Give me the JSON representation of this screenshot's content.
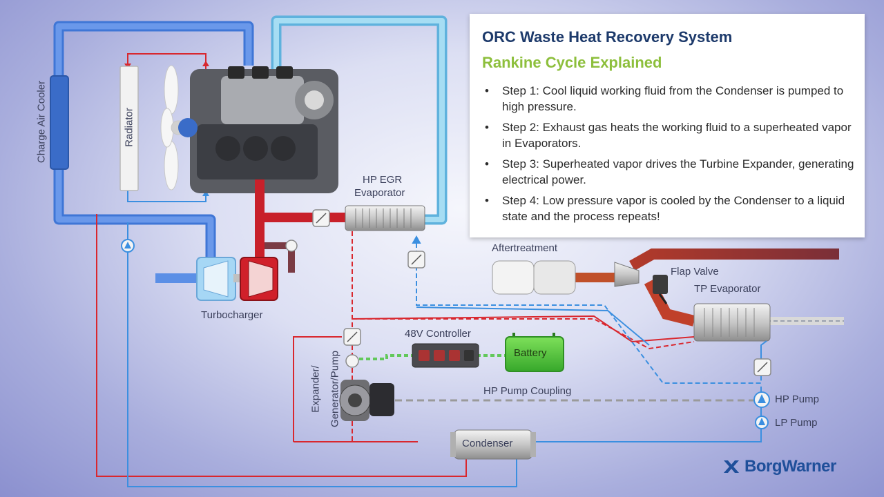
{
  "panel": {
    "title": "ORC Waste Heat Recovery System",
    "subtitle": "Rankine Cycle Explained",
    "steps": [
      "Step 1:  Cool liquid working fluid from the Condenser is pumped to high pressure.",
      "Step 2:  Exhaust gas heats the working fluid to a superheated vapor in Evaporators.",
      "Step 3:  Superheated vapor drives the Turbine Expander, generating electrical power.",
      "Step 4:  Low pressure vapor is cooled by the Condenser to a liquid state and the process repeats!"
    ]
  },
  "labels": {
    "charge_air_cooler": "Charge Air Cooler",
    "radiator": "Radiator",
    "hp_egr_evaporator_line1": "HP EGR",
    "hp_egr_evaporator_line2": "Evaporator",
    "aftertreatment": "Aftertreatment",
    "flap_valve": "Flap Valve",
    "tp_evaporator": "TP Evaporator",
    "turbocharger": "Turbocharger",
    "controller": "48V Controller",
    "battery": "Battery",
    "expander_line1": "Expander/",
    "expander_line2": "Generator/Pump",
    "hp_pump_coupling": "HP Pump Coupling",
    "hp_pump": "HP Pump",
    "lp_pump": "LP Pump",
    "condenser": "Condenser"
  },
  "logo": {
    "text": "BorgWarner"
  },
  "colors": {
    "exhaust": "#c8202a",
    "coolant": "#4f86e0",
    "charge_air": "#8fd0ee",
    "working_fluid_hot": "#d9272e",
    "working_fluid_cold": "#3b8fe0",
    "electric": "#62c85a",
    "exhaust_out": "#7a2f38",
    "brand_blue": "#1f4f9a",
    "title_blue": "#1d3a6b",
    "subtitle_green": "#8dbf3c"
  },
  "icons": [
    "engine-icon",
    "fan-icon",
    "valve-icon",
    "pump-icon",
    "battery-icon",
    "controller-icon",
    "borgwarner-logo-icon"
  ]
}
